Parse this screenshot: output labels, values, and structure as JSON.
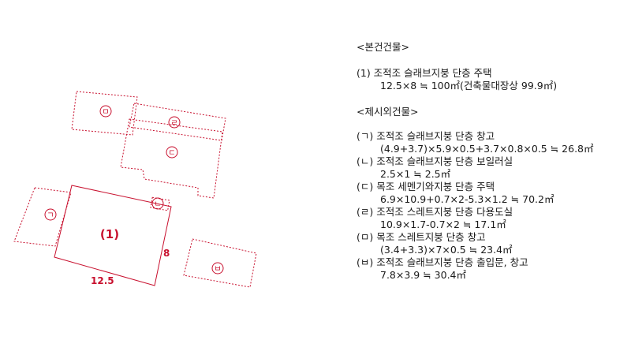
{
  "plan": {
    "main_label": "(1)",
    "dim_width": "12.5",
    "dim_depth": "8",
    "annex_labels": [
      "ㄱ",
      "ㄴ",
      "ㄷ",
      "ㄹ",
      "ㅁ",
      "ㅂ"
    ],
    "line_color": "#c8102e"
  },
  "main_heading": "<본건건물>",
  "main_building": {
    "line1": "(1) 조적조 슬래브지붕 단층 주택",
    "line2": "12.5×8 ≒ 100㎡(건축물대장상 99.9㎡)"
  },
  "excluded_heading": "<제시외건물>",
  "excluded": [
    {
      "line1": "(ㄱ) 조적조 슬래브지붕 단층 창고",
      "line2": "(4.9+3.7)×5.9×0.5+3.7×0.8×0.5 ≒ 26.8㎡"
    },
    {
      "line1": "(ㄴ)  조적조 슬래브지붕 단층 보일러실",
      "line2": "2.5×1 ≒ 2.5㎡"
    },
    {
      "line1": "(ㄷ)  목조 세멘기와지붕 단층 주택",
      "line2": "6.9×10.9+0.7×2-5.3×1.2 ≒ 70.2㎡"
    },
    {
      "line1": "(ㄹ) 조적조 스레트지붕 단층 다용도실",
      "line2": "10.9×1.7-0.7×2 ≒ 17.1㎡"
    },
    {
      "line1": "(ㅁ) 목조 스레트지붕 단층 창고",
      "line2": "(3.4+3.3)×7×0.5 ≒ 23.4㎡"
    },
    {
      "line1": "(ㅂ) 조적조 슬래브지붕 단층 출입문, 창고",
      "line2": "7.8×3.9 ≒ 30.4㎡"
    }
  ]
}
